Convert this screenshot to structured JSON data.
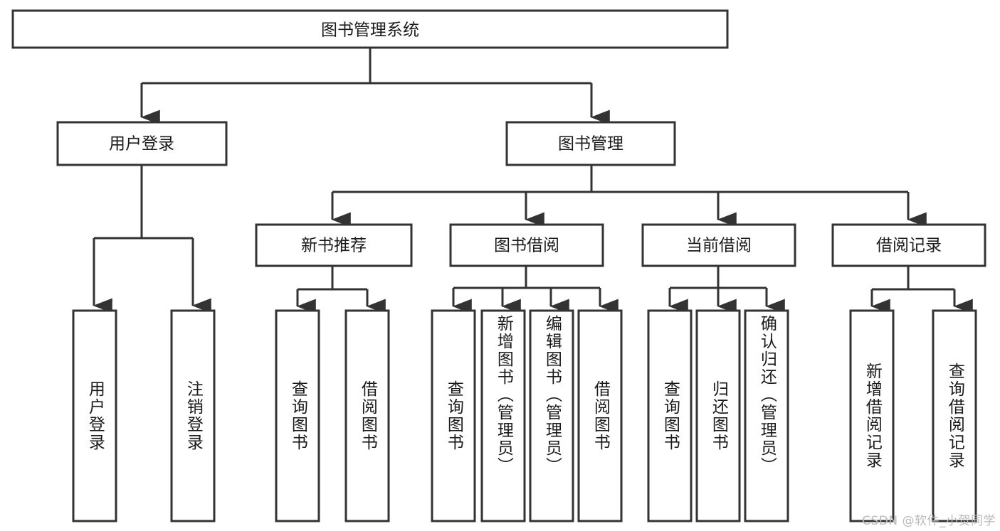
{
  "diagram": {
    "title": "图书管理系统",
    "watermark": "CSDN @软件_小贺同学",
    "arrow_color": "#333333",
    "box_border_color": "#333333",
    "box_fill_color": "#ffffff",
    "text_color": "#1a1a1a",
    "watermark_color": "#b9b9b9"
  },
  "nodes": {
    "root": {
      "label": "图书管理系统"
    },
    "level2": [
      {
        "id": "user-login",
        "label": "用户登录"
      },
      {
        "id": "book-management",
        "label": "图书管理"
      }
    ],
    "level3": [
      {
        "id": "new-book-recommend",
        "label": "新书推荐"
      },
      {
        "id": "book-borrow",
        "label": "图书借阅"
      },
      {
        "id": "current-borrow",
        "label": "当前借阅"
      },
      {
        "id": "borrow-record",
        "label": "借阅记录"
      }
    ],
    "leaves": {
      "user-login": [
        {
          "id": "leaf-user-login",
          "label": "用户登录"
        },
        {
          "id": "leaf-logout",
          "label": "注销登录"
        }
      ],
      "new-book-recommend": [
        {
          "id": "leaf-query-book-1",
          "label": "查询图书"
        },
        {
          "id": "leaf-borrow-book-1",
          "label": "借阅图书"
        }
      ],
      "book-borrow": [
        {
          "id": "leaf-query-book-2",
          "label": "查询图书"
        },
        {
          "id": "leaf-add-book",
          "label": "新增图书（管理员）"
        },
        {
          "id": "leaf-edit-book",
          "label": "编辑图书（管理员）"
        },
        {
          "id": "leaf-borrow-book-2",
          "label": "借阅图书"
        }
      ],
      "current-borrow": [
        {
          "id": "leaf-query-book-3",
          "label": "查询图书"
        },
        {
          "id": "leaf-return-book",
          "label": "归还图书"
        },
        {
          "id": "leaf-confirm-return",
          "label": "确认归还（管理员）"
        }
      ],
      "borrow-record": [
        {
          "id": "leaf-add-record",
          "label": "新增借阅记录"
        },
        {
          "id": "leaf-query-record",
          "label": "查询借阅记录"
        }
      ]
    }
  }
}
